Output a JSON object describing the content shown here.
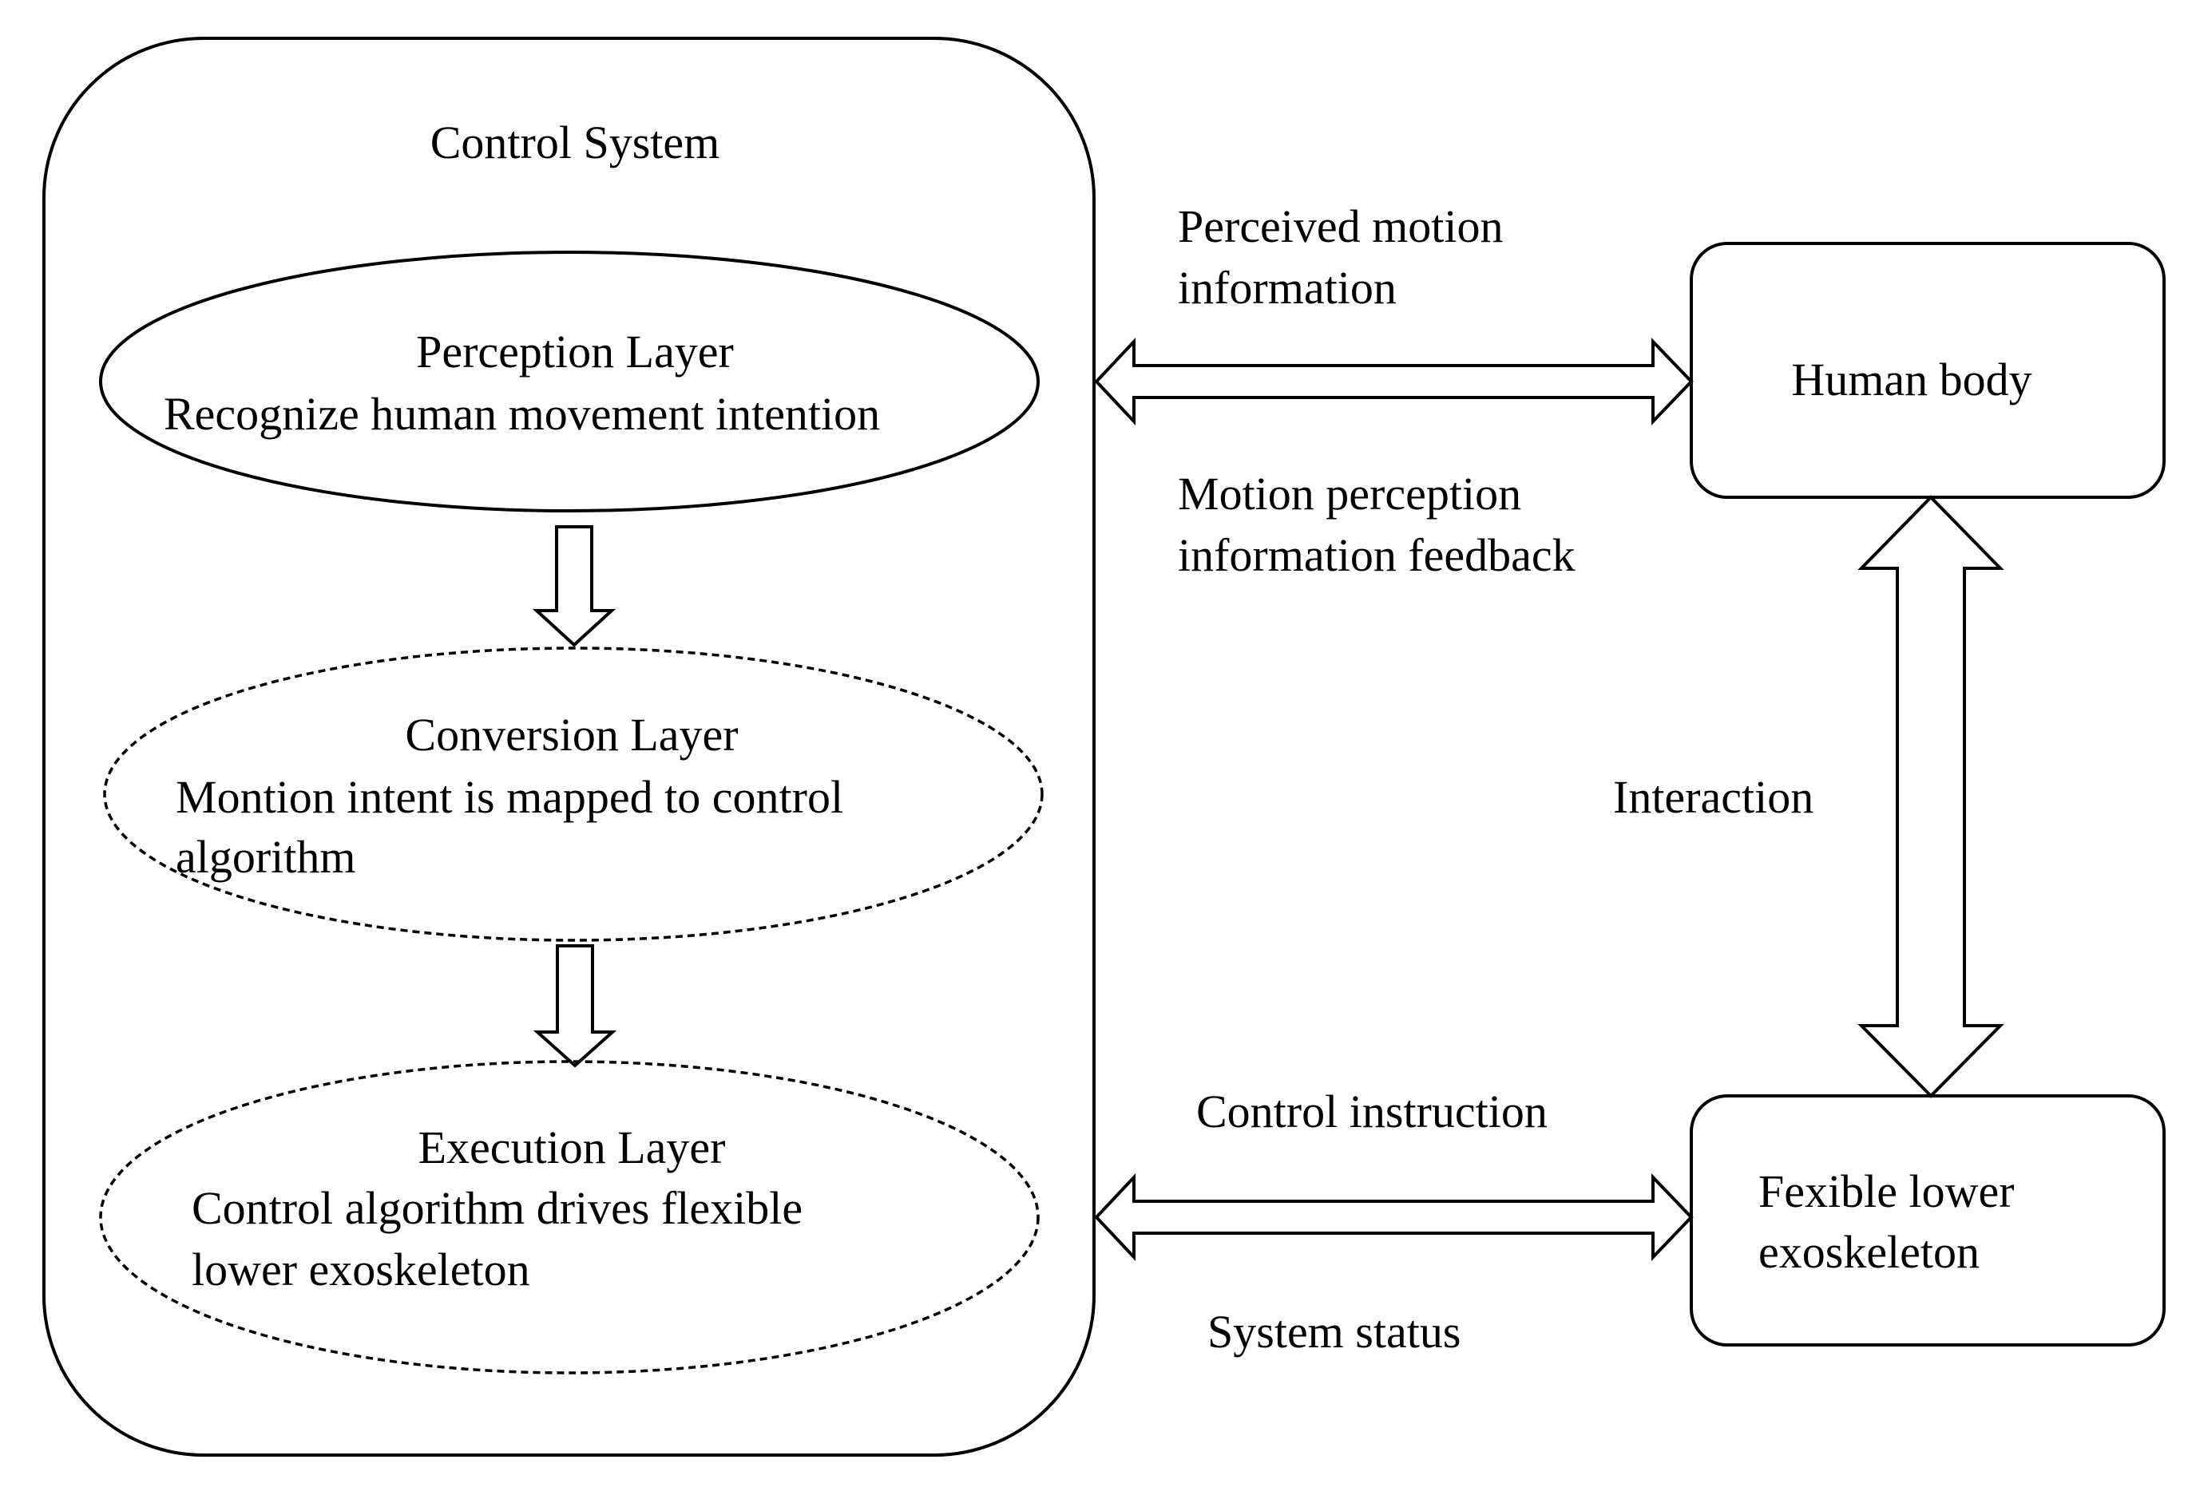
{
  "control_system": {
    "title": "Control System",
    "perception_layer": {
      "title": "Perception Layer",
      "description": "Recognize human movement intention"
    },
    "conversion_layer": {
      "title": "Conversion Layer",
      "description_line1": "Montion intent is mapped to control",
      "description_line2": "algorithm"
    },
    "execution_layer": {
      "title": "Execution Layer",
      "description_line1": "Control algorithm drives flexible",
      "description_line2": "lower exoskeleton"
    }
  },
  "human_body": {
    "label": "Human body"
  },
  "exoskeleton": {
    "label_line1": "Fexible lower",
    "label_line2": "exoskeleton"
  },
  "edges": {
    "perceived_line1": "Perceived motion",
    "perceived_line2": "information",
    "feedback_line1": "Motion perception",
    "feedback_line2": "information feedback",
    "interaction": "Interaction",
    "control_instruction": "Control instruction",
    "system_status": "System status"
  }
}
